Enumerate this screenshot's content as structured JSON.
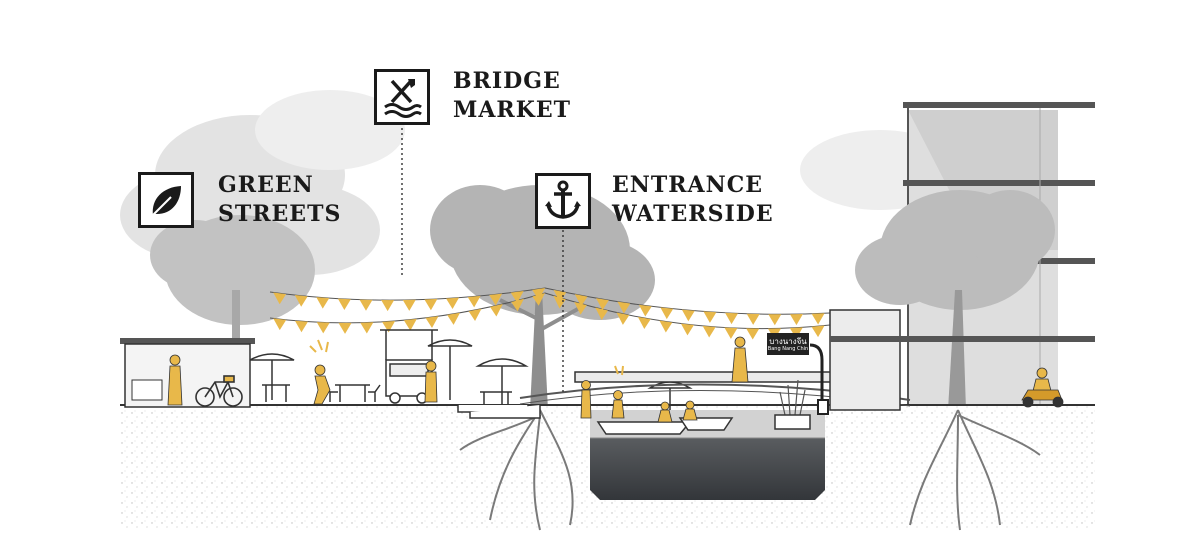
{
  "labels": {
    "green_streets": {
      "line1": "GREEN",
      "line2": "STREETS",
      "icon": "leaf-icon"
    },
    "bridge_market": {
      "line1": "BRIDGE",
      "line2": "MARKET",
      "icon": "fork-knife-waves-icon"
    },
    "entrance_waterside": {
      "line1": "ENTRANCE",
      "line2": "WATERSIDE",
      "icon": "anchor-icon"
    }
  },
  "street_sign": {
    "thai": "บางนางจีน",
    "latin": "Bang Nang Chin"
  },
  "colors": {
    "accent": "#E8B84A",
    "ink": "#1a1a1a",
    "tree_gray": "#b9b9b9",
    "water_dark": "#3a3d40"
  }
}
